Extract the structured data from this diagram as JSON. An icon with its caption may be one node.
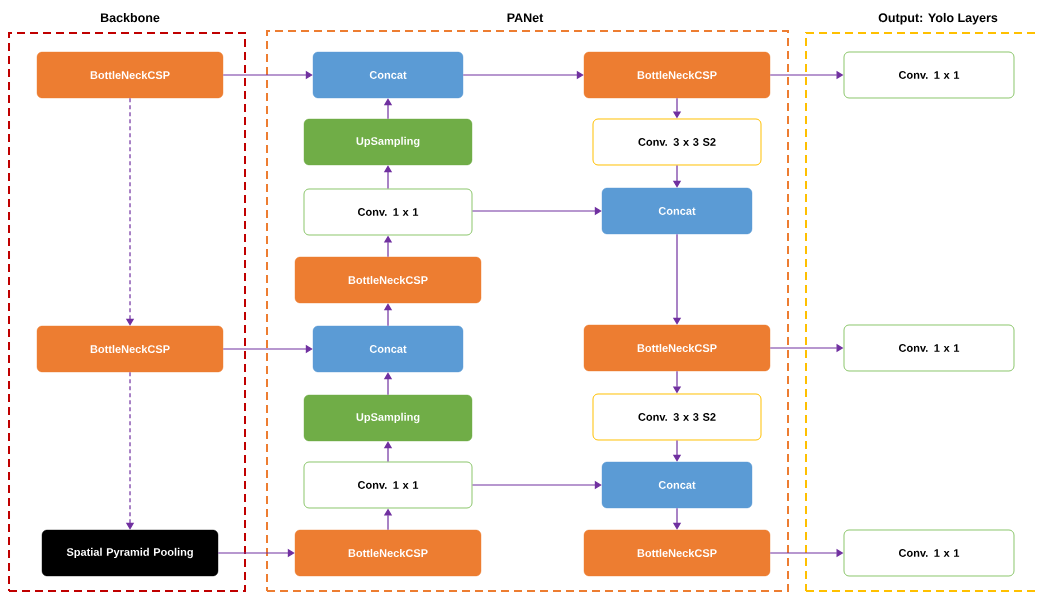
{
  "diagram": {
    "nodes": [
      {
        "text": [
          "Backbone"
        ]
      },
      {
        "text": [
          "PANet"
        ]
      },
      {
        "text": [
          "Output: Yolo Layers"
        ]
      },
      {
        "text": [
          "BottleNeckCSP"
        ],
        "in": 0
      },
      {
        "text": [
          "BottleNeckCSP"
        ],
        "in": 0
      },
      {
        "text": [
          "Spatial Pyramid Pooling"
        ],
        "in": 0
      },
      {
        "text": [
          "Concat"
        ],
        "in": 1
      },
      {
        "text": [
          "UpSampling"
        ],
        "in": 1
      },
      {
        "text": [
          "Conv. 1 x 1"
        ],
        "in": 1
      },
      {
        "text": [
          "BottleNeckCSP"
        ],
        "in": 1
      },
      {
        "text": [
          "Concat"
        ],
        "in": 1
      },
      {
        "text": [
          "UpSampling"
        ],
        "in": 1
      },
      {
        "text": [
          "Conv. 1 x 1"
        ],
        "in": 1
      },
      {
        "text": [
          "BottleNeckCSP"
        ],
        "in": 1
      },
      {
        "text": [
          "BottleNeckCSP"
        ],
        "in": 1
      },
      {
        "text": [
          "Conv. 3 x 3 S2"
        ],
        "in": 1
      },
      {
        "text": [
          "Concat"
        ],
        "in": 1
      },
      {
        "text": [
          "BottleNeckCSP"
        ],
        "in": 1
      },
      {
        "text": [
          "Conv. 3 x 3 S2"
        ],
        "in": 1
      },
      {
        "text": [
          "Concat"
        ],
        "in": 1
      },
      {
        "text": [
          "BottleNeckCSP"
        ],
        "in": 1
      },
      {
        "text": [
          "Conv. 1 x 1"
        ],
        "in": 2
      },
      {
        "text": [
          "Conv. 1 x 1"
        ],
        "in": 2
      },
      {
        "text": [
          "Conv. 1 x 1"
        ],
        "in": 2
      }
    ],
    "edges": [
      {
        "from": 3,
        "to": 6,
        "arrow": "to"
      },
      {
        "from": 3,
        "to": 4,
        "arrow": "to",
        "style": "dashed"
      },
      {
        "from": 4,
        "to": 10,
        "arrow": "to"
      },
      {
        "from": 4,
        "to": 5,
        "arrow": "to",
        "style": "dashed"
      },
      {
        "from": 5,
        "to": 13,
        "arrow": "to"
      },
      {
        "from": 13,
        "to": 12,
        "arrow": "to"
      },
      {
        "from": 12,
        "to": 11,
        "arrow": "to"
      },
      {
        "from": 11,
        "to": 10,
        "arrow": "to"
      },
      {
        "from": 10,
        "to": 9,
        "arrow": "to"
      },
      {
        "from": 9,
        "to": 8,
        "arrow": "to"
      },
      {
        "from": 8,
        "to": 7,
        "arrow": "to"
      },
      {
        "from": 7,
        "to": 6,
        "arrow": "to"
      },
      {
        "from": 6,
        "to": 14,
        "arrow": "to"
      },
      {
        "from": 8,
        "to": 16,
        "arrow": "to"
      },
      {
        "from": 14,
        "to": 15,
        "arrow": "to"
      },
      {
        "from": 15,
        "to": 16,
        "arrow": "to"
      },
      {
        "from": 16,
        "to": 17,
        "arrow": "to"
      },
      {
        "from": 17,
        "to": 18,
        "arrow": "to"
      },
      {
        "from": 18,
        "to": 19,
        "arrow": "to"
      },
      {
        "from": 12,
        "to": 19,
        "arrow": "to"
      },
      {
        "from": 19,
        "to": 20,
        "arrow": "to"
      },
      {
        "from": 14,
        "to": 21,
        "arrow": "to"
      },
      {
        "from": 17,
        "to": 22,
        "arrow": "to"
      },
      {
        "from": 20,
        "to": 23,
        "arrow": "to"
      }
    ]
  }
}
